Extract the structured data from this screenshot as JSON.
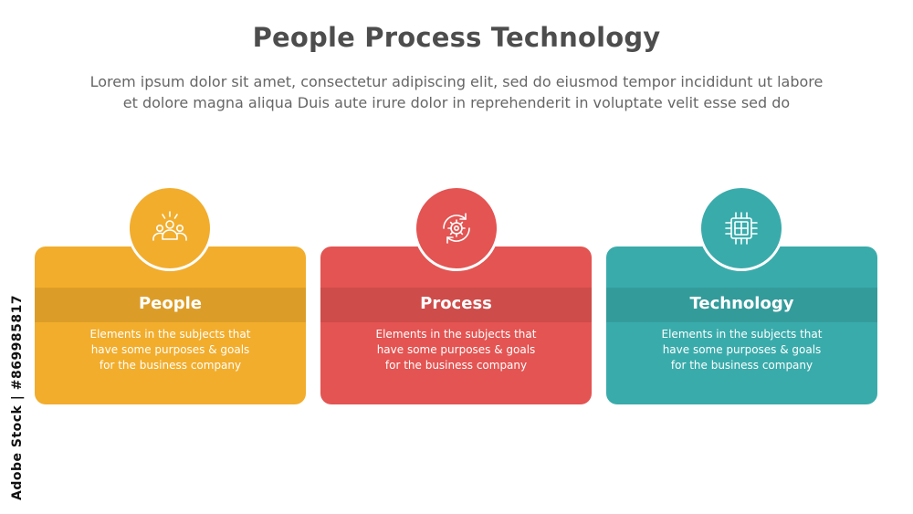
{
  "title": "People Process Technology",
  "subtitle": {
    "line1": "Lorem ipsum dolor sit amet, consectetur adipiscing elit, sed do eiusmod tempor incididunt ut labore",
    "line2": "et dolore magna aliqua Duis aute irure dolor in reprehenderit in voluptate velit esse sed do"
  },
  "cards": [
    {
      "title": "People",
      "desc": [
        "Elements in the subjects that",
        "have  some purposes & goals",
        "for the  business company"
      ],
      "color": "#f2ad2c",
      "icon": "people-group-icon"
    },
    {
      "title": "Process",
      "desc": [
        "Elements in the subjects that",
        "have  some purposes & goals",
        "for the  business company"
      ],
      "color": "#e35452",
      "icon": "gear-cycle-icon"
    },
    {
      "title": "Technology",
      "desc": [
        "Elements in the subjects that",
        "have  some purposes & goals",
        "for the  business company"
      ],
      "color": "#3aabab",
      "icon": "chip-icon"
    }
  ],
  "watermark": {
    "side_text": "Adobe Stock | #869985817"
  }
}
